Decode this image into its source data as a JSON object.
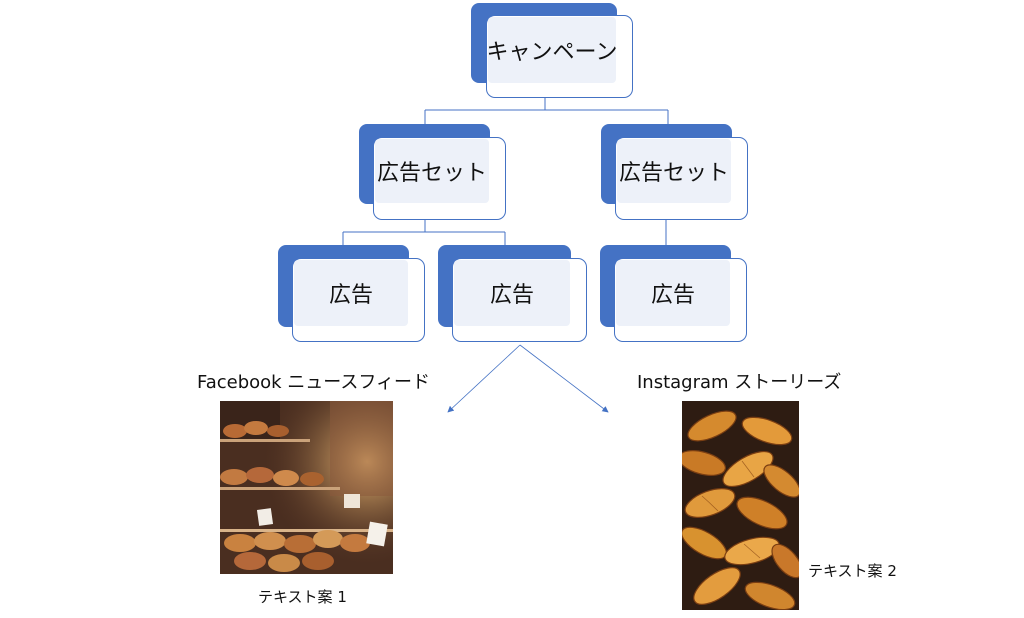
{
  "campaign": {
    "label": "キャンペーン"
  },
  "ad_sets": [
    {
      "label": "広告セット"
    },
    {
      "label": "広告セット"
    }
  ],
  "ads": [
    {
      "label": "広告"
    },
    {
      "label": "広告"
    },
    {
      "label": "広告"
    }
  ],
  "placements": {
    "facebook": {
      "title": "Facebook ニュースフィード",
      "text_label": "テキスト案 1"
    },
    "instagram": {
      "title": "Instagram ストーリーズ",
      "text_label": "テキスト案 2"
    }
  },
  "colors": {
    "accent": "#4472c4",
    "box_fill": "#edf1f9",
    "connector": "#4472c4"
  },
  "icons": {
    "facebook_photo": "bakery-display-photo",
    "instagram_photo": "croissant-pile-photo"
  }
}
